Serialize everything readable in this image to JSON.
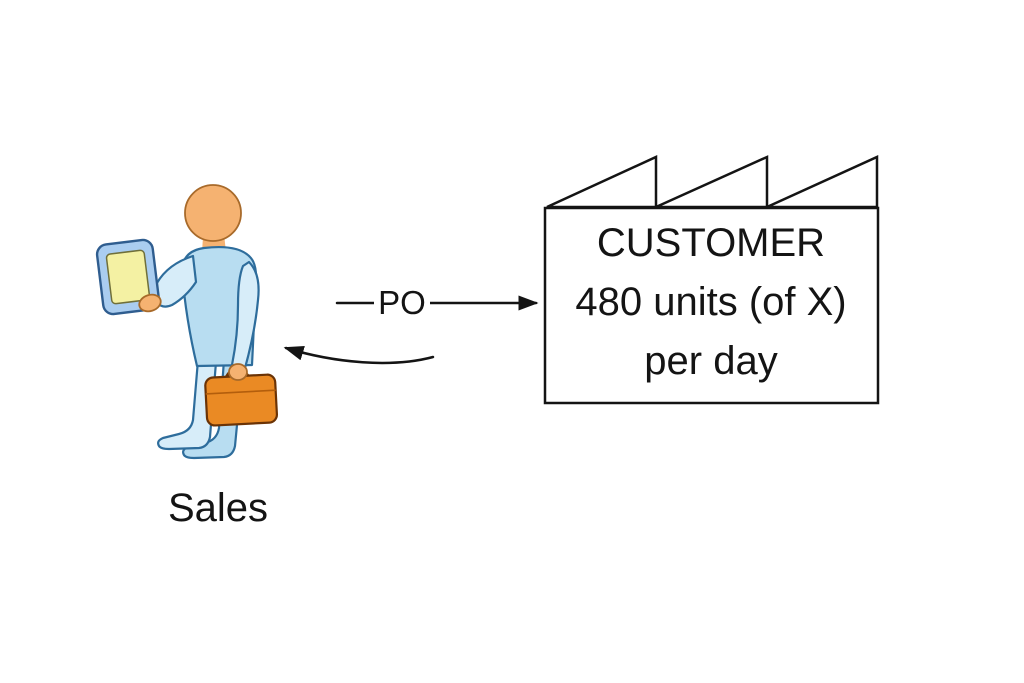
{
  "diagram": {
    "customer_box": {
      "line1": "CUSTOMER",
      "line2": "480 units (of X)",
      "line3": "per day"
    },
    "sales_label": "Sales",
    "po_arrow_label": "PO",
    "colors": {
      "background": "#ffffff",
      "box_fill": "#ffffff",
      "roof_fill": "#efefef",
      "ink": "#141414",
      "person_body": "#b8ddf1",
      "person_body_light": "#d7edf9",
      "skin": "#f5b271",
      "monitor_frame": "#aacdf0",
      "monitor_screen": "#f4f1a3",
      "briefcase": "#ea8a24"
    }
  }
}
